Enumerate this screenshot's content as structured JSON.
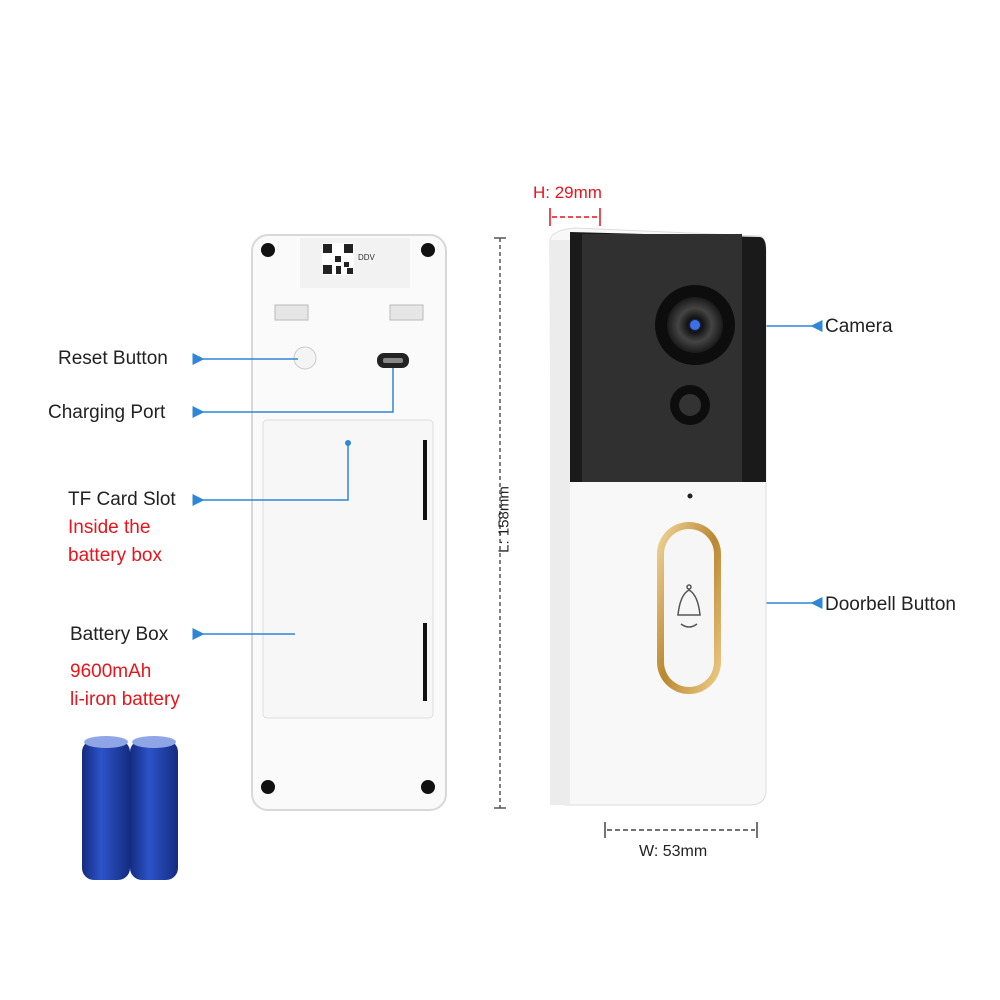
{
  "labels": {
    "reset_button": "Reset Button",
    "charging_port": "Charging Port",
    "tf_card_slot": "TF Card Slot",
    "tf_note_line1": "Inside the",
    "tf_note_line2": "battery box",
    "battery_box": "Battery Box",
    "battery_capacity": "9600mAh",
    "battery_type": "li-iron battery",
    "camera": "Camera",
    "doorbell_button": "Doorbell Button"
  },
  "dimensions": {
    "height": "H: 29mm",
    "length": "L: 158mm",
    "width": "W: 53mm"
  },
  "device_label": {
    "brand": "DDV"
  },
  "colors": {
    "accent_red": "#e8141c",
    "arrow_blue": "#2f86d6",
    "battery_blue": "#1f3fa6",
    "gold": "#c9a35a"
  }
}
